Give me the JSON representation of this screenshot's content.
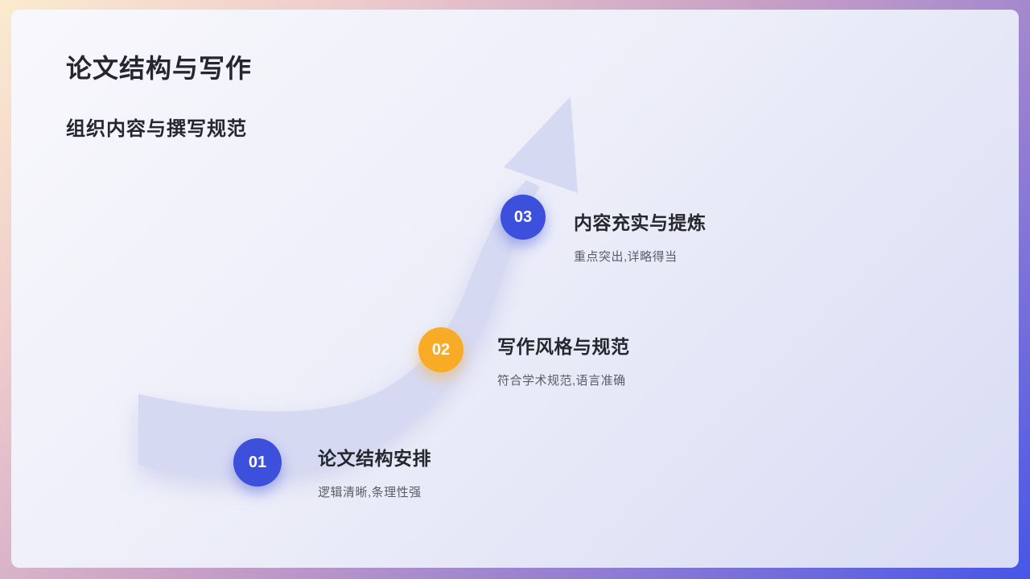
{
  "slide": {
    "title": "论文结构与写作",
    "subtitle": "组织内容与撰写规范",
    "steps": [
      {
        "number": "01",
        "heading": "论文结构安排",
        "description": "逻辑清晰,条理性强",
        "badge_color": "#3C50DC"
      },
      {
        "number": "02",
        "heading": "写作风格与规范",
        "description": "符合学术规范,语言准确",
        "badge_color": "#F8AC26"
      },
      {
        "number": "03",
        "heading": "内容充实与提炼",
        "description": "重点突出,详略得当",
        "badge_color": "#3C50DC"
      }
    ],
    "graphic": {
      "name": "growth-curve-arrow",
      "color": "#D6D9F2"
    },
    "colors": {
      "frame_gradient_start": "#FBEBCE",
      "frame_gradient_mid": "#C79FC6",
      "frame_gradient_end": "#4656E8",
      "title_text": "#26262E",
      "description_text": "#5B5C66"
    }
  }
}
